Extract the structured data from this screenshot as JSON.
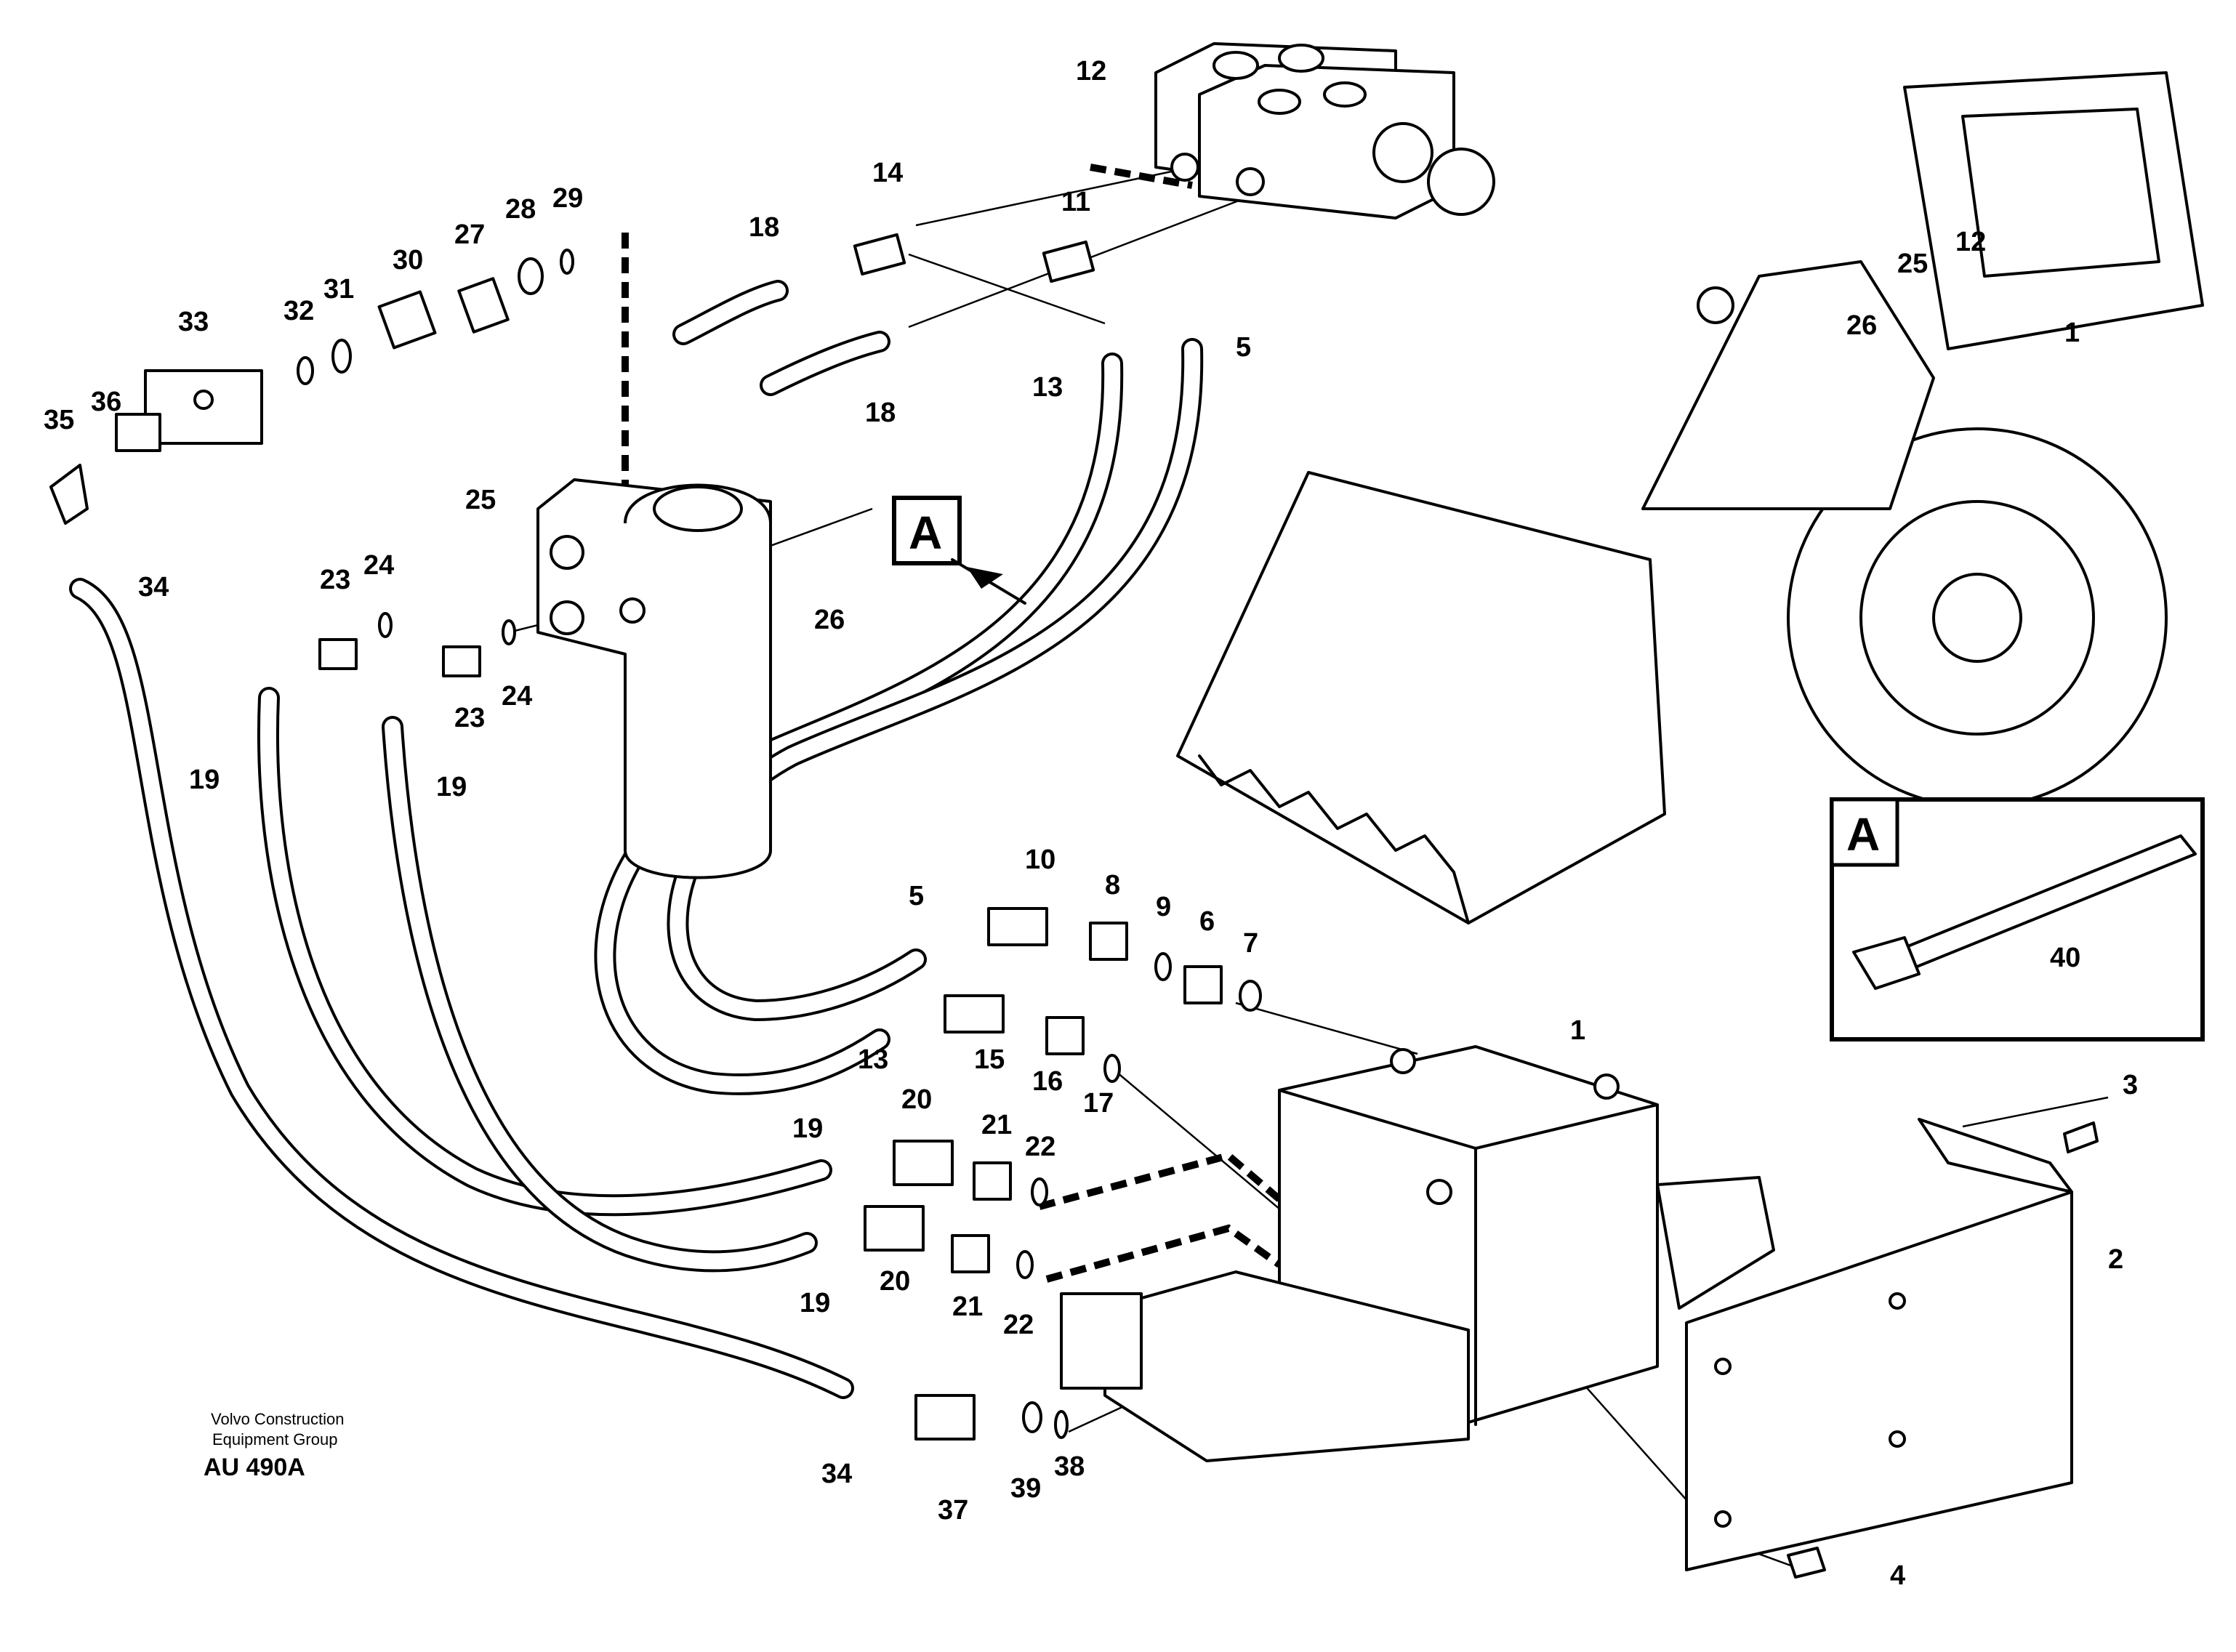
{
  "diagram": {
    "callouts": {
      "c1a": "1",
      "c1b": "1",
      "c2": "2",
      "c3": "3",
      "c4": "4",
      "c5a": "5",
      "c5b": "5",
      "c6": "6",
      "c7": "7",
      "c8": "8",
      "c9": "9",
      "c10": "10",
      "c11": "11",
      "c12a": "12",
      "c12b": "12",
      "c13a": "13",
      "c13b": "13",
      "c14": "14",
      "c15": "15",
      "c16": "16",
      "c17": "17",
      "c18a": "18",
      "c18b": "18",
      "c19a": "19",
      "c19b": "19",
      "c19c": "19",
      "c19d": "19",
      "c20a": "20",
      "c20b": "20",
      "c21a": "21",
      "c21b": "21",
      "c22a": "22",
      "c22b": "22",
      "c23a": "23",
      "c23b": "23",
      "c24a": "24",
      "c24b": "24",
      "c25a": "25",
      "c25b": "25",
      "c26a": "26",
      "c26b": "26",
      "c27": "27",
      "c28": "28",
      "c29": "29",
      "c30": "30",
      "c31": "31",
      "c32": "32",
      "c33": "33",
      "c34a": "34",
      "c34b": "34",
      "c35": "35",
      "c36": "36",
      "c37": "37",
      "c38": "38",
      "c39": "39",
      "c40": "40"
    },
    "view_marker": "A",
    "inset_marker": "A",
    "footer": {
      "company_line1": "Volvo Construction",
      "company_line2": "Equipment Group",
      "drawing_code": "AU 490A"
    }
  }
}
